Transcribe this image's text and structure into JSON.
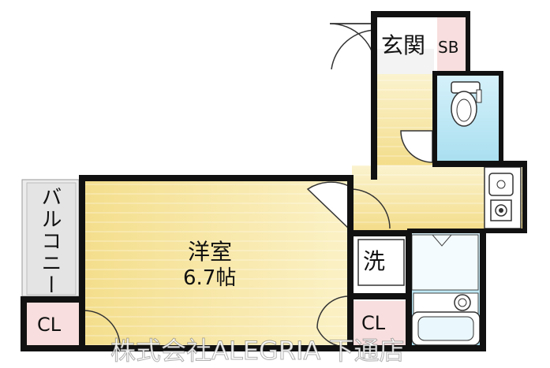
{
  "rooms": {
    "entrance": "玄関",
    "shoebox": "SB",
    "balcony": "バルコニー",
    "western_room": "洋室",
    "western_room_size": "6.7帖",
    "washer": "洗",
    "closet_left": "CL",
    "closet_right": "CL"
  },
  "watermark": "株式会社ALEGRIA 下通店",
  "colors": {
    "wall": "#111111",
    "floor_wood": "#f6e39a",
    "floor_wood_light": "#fbf2c6",
    "bath_blue": "#bfe8f4",
    "closet_pink": "#f8dede",
    "balcony_gray": "#e9e9e9"
  }
}
